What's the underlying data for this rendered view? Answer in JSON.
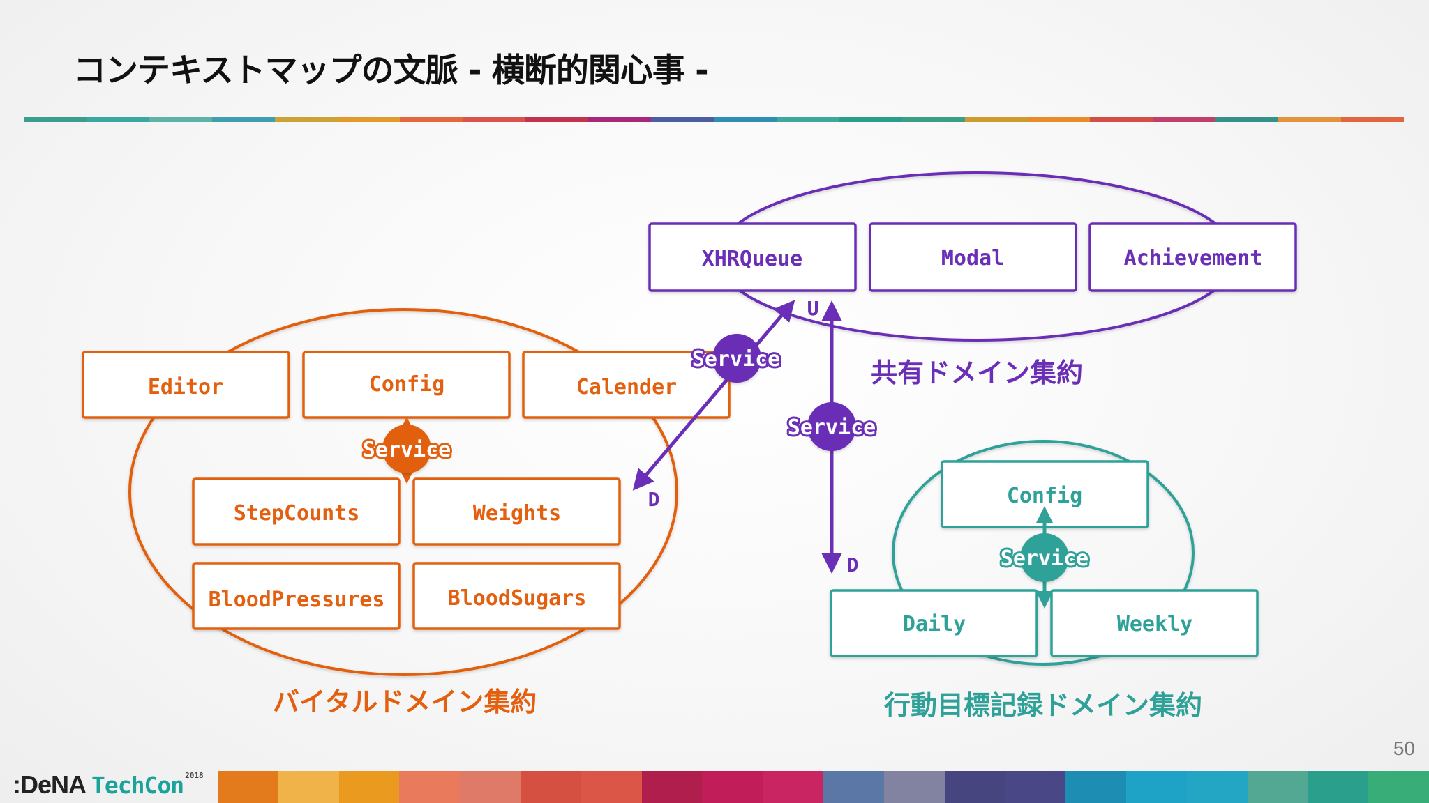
{
  "slide": {
    "title": "コンテキストマップの文脈 - 横断的関心事 -",
    "page_number": "50"
  },
  "colors": {
    "vital": "#e2600f",
    "shared": "#6a2fb6",
    "goal": "#2fa199"
  },
  "aggregates": {
    "shared": {
      "label": "共有ドメイン集約",
      "boxes": [
        "XHRQueue",
        "Modal",
        "Achievement"
      ]
    },
    "vital": {
      "label": "バイタルドメイン集約",
      "boxes": [
        "Editor",
        "Config",
        "Calender",
        "StepCounts",
        "Weights",
        "BloodPressures",
        "BloodSugars"
      ],
      "service_label": "Service"
    },
    "goal": {
      "label": "行動目標記録ドメイン集約",
      "boxes": [
        "Config",
        "Daily",
        "Weekly"
      ],
      "service_label": "Service"
    }
  },
  "relations": {
    "vital_to_shared": {
      "service_label": "Service",
      "upstream_label": "U",
      "downstream_label": "D"
    },
    "goal_to_shared": {
      "service_label": "Service",
      "downstream_label": "D"
    }
  },
  "footer": {
    "logo_text": ":DeNA",
    "logo_event": "TechCon",
    "logo_year": "2018",
    "stripe_colors": [
      "#e37b1d",
      "#f0b349",
      "#ea9b1f",
      "#e97a5c",
      "#e07a68",
      "#d65042",
      "#dc5648",
      "#b01e4e",
      "#c11d58",
      "#c92563",
      "#5a77a6",
      "#8283a1",
      "#47457f",
      "#494785",
      "#1e8db4",
      "#1ea3c7",
      "#23a6c3",
      "#53a894",
      "#2a9f8c",
      "#39ad78"
    ]
  },
  "title_rule_colors": [
    "#3a9d8f",
    "#3aa7a0",
    "#5fb2a6",
    "#3f9fb0",
    "#cba235",
    "#e49a2a",
    "#e5673d",
    "#d8544d",
    "#c3324f",
    "#a5287b",
    "#4c5ea2",
    "#2f8fb3",
    "#3ea89c",
    "#2a9e8a",
    "#3b9f85",
    "#cd9b2e",
    "#e88c28",
    "#d34e45",
    "#c23f6b",
    "#33908a",
    "#e3943a",
    "#e2653f"
  ]
}
